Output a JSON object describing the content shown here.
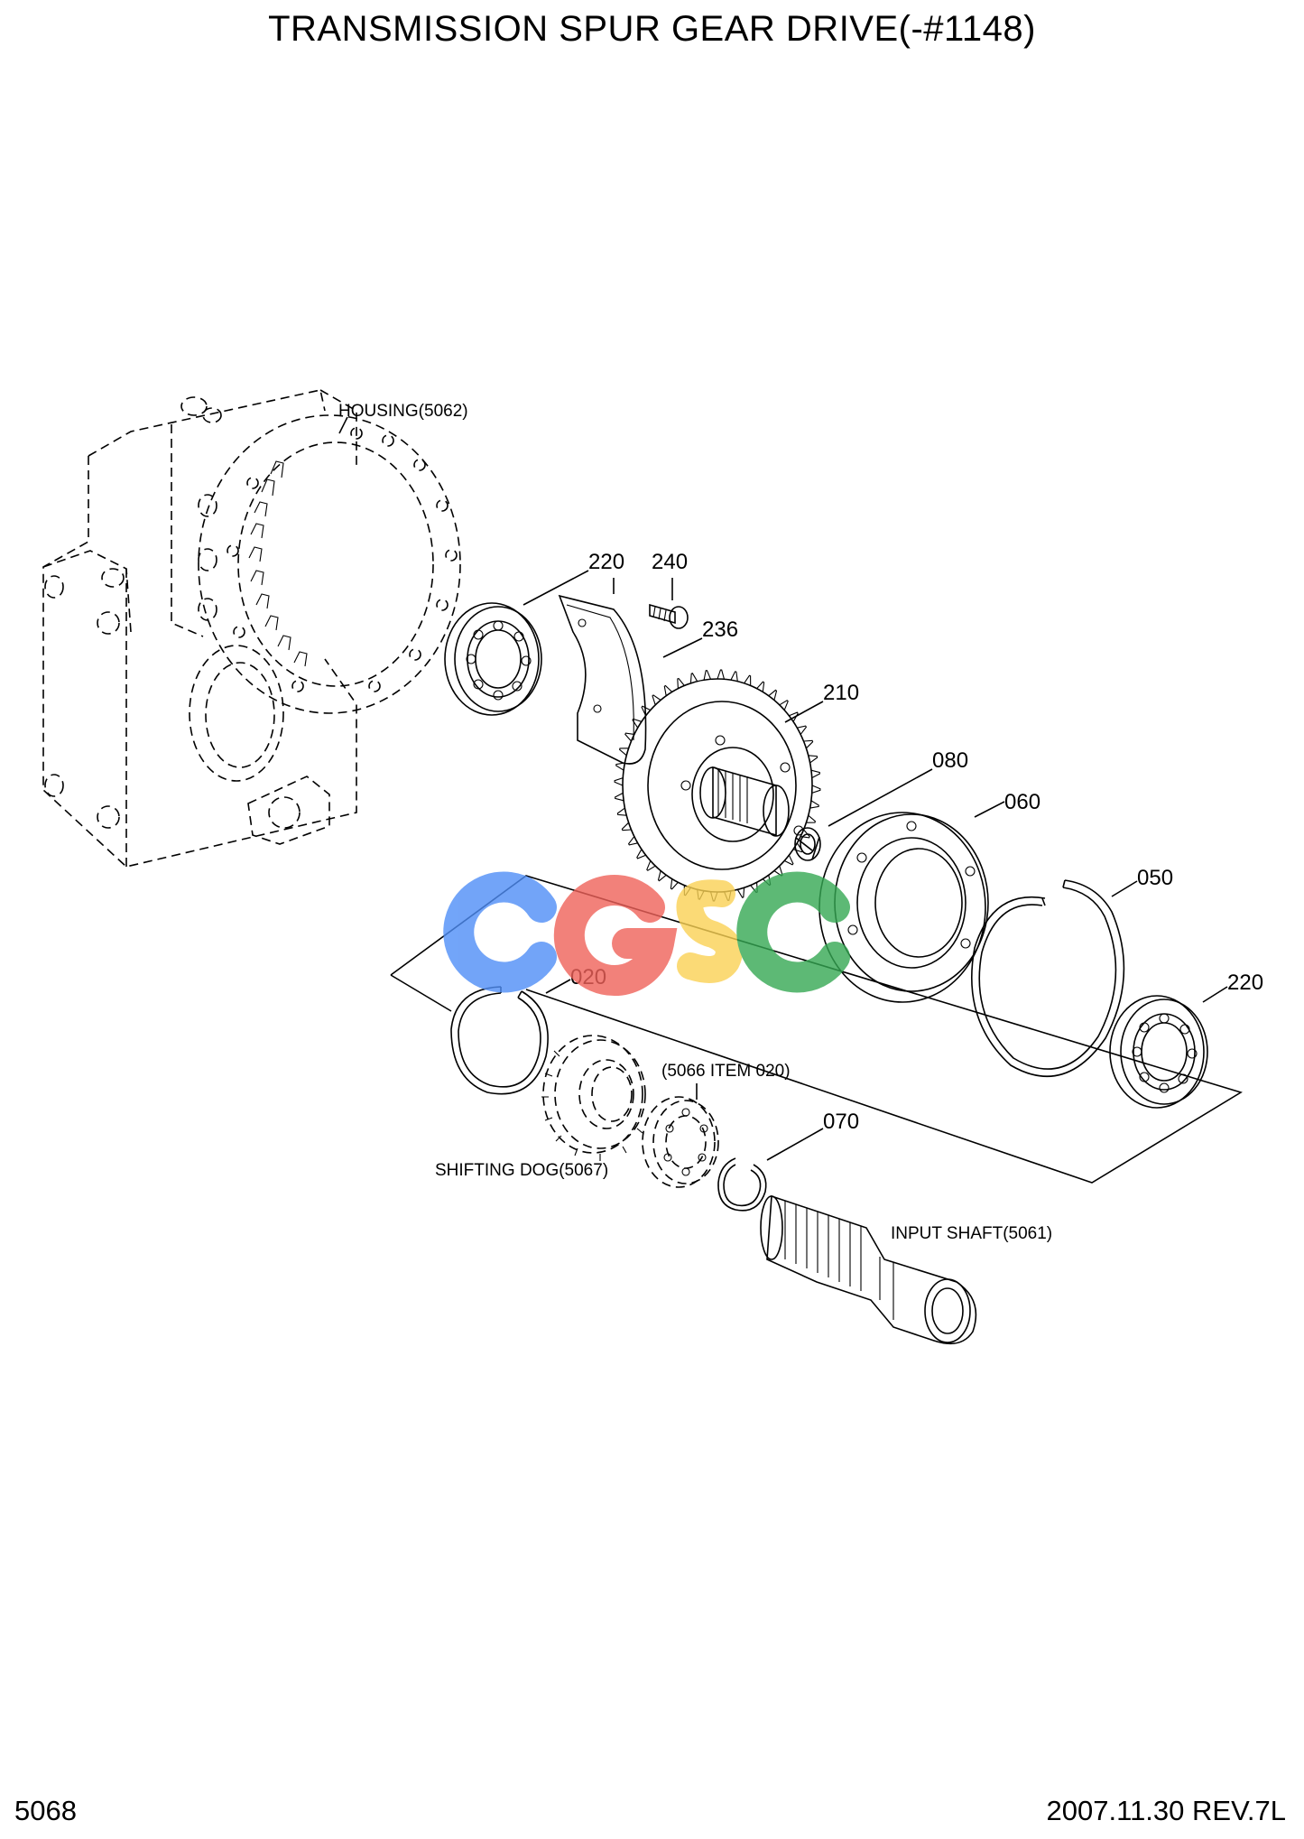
{
  "header": {
    "title": "TRANSMISSION SPUR GEAR DRIVE(-#1148)"
  },
  "footer": {
    "page_number": "5068",
    "date_rev": "2007.11.30  REV.7L"
  },
  "watermark": {
    "text": "CGSC",
    "colors": [
      "#4f8ef7",
      "#f0625a",
      "#fbd254",
      "#35a853"
    ]
  },
  "callouts": {
    "housing": "HOUSING(5062)",
    "p220_top": "220",
    "p240": "240",
    "p236": "236",
    "p210": "210",
    "p080": "080",
    "p060": "060",
    "p050": "050",
    "p220_right": "220",
    "p020": "020",
    "item_5066": "(5066 ITEM 020)",
    "p070": "070",
    "shifting_dog": "SHIFTING DOG(5067)",
    "input_shaft": "INPUT SHAFT(5061)"
  }
}
